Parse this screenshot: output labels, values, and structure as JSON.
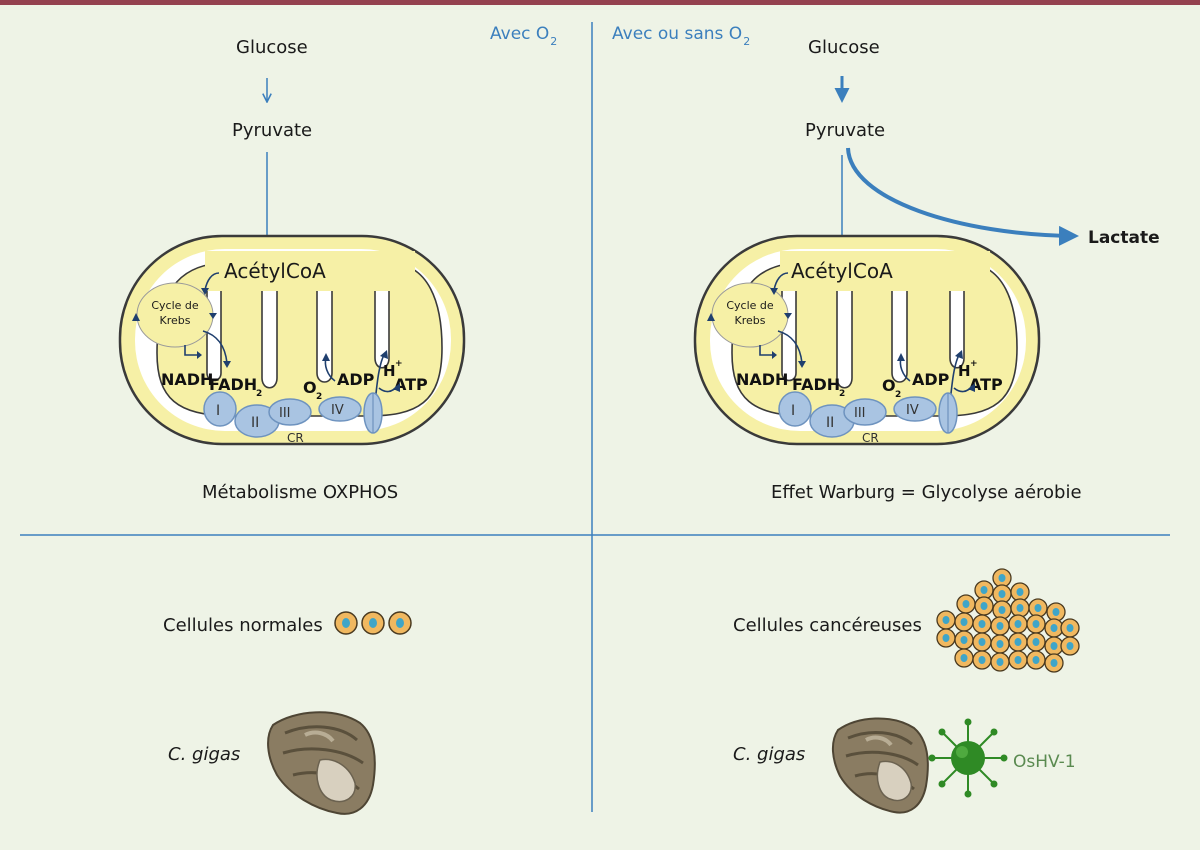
{
  "header": {
    "left_condition": "Avec O",
    "left_condition_sub": "2",
    "right_condition": "Avec ou sans O",
    "right_condition_sub": "2"
  },
  "left_panel": {
    "glucose": "Glucose",
    "pyruvate": "Pyruvate",
    "caption": "Métabolisme OXPHOS"
  },
  "right_panel": {
    "glucose": "Glucose",
    "pyruvate": "Pyruvate",
    "lactate": "Lactate",
    "caption": "Effet Warburg = Glycolyse aérobie"
  },
  "mitochondrion": {
    "acetyl": "AcétylCoA",
    "krebs_line1": "Cycle de",
    "krebs_line2": "Krebs",
    "nadh": "NADH",
    "fadh": "FADH",
    "fadh_sub": "2",
    "o2": "O",
    "o2_sub": "2",
    "adp": "ADP",
    "h": "H",
    "h_sup": "+",
    "atp": "ATP",
    "complex_1": "I",
    "complex_2": "II",
    "complex_3": "III",
    "complex_4": "IV",
    "cr": "CR"
  },
  "bottom_left": {
    "cells_label": "Cellules normales",
    "organism": "C. gigas"
  },
  "bottom_right": {
    "cells_label": "Cellules cancéreuses",
    "organism": "C. gigas",
    "virus": "OsHV-1"
  },
  "colors": {
    "background": "#eef3e6",
    "top_bar": "#94414f",
    "accent_blue": "#3b7fbd",
    "mito_fill": "#f6f0a6",
    "complex_fill": "#a9c4e2",
    "virus_green": "#2f8a25"
  }
}
